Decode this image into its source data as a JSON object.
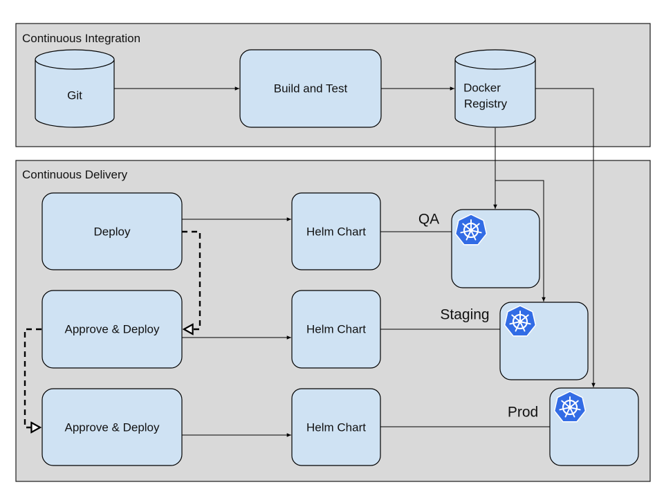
{
  "groups": {
    "ci_title": "Continuous Integration",
    "cd_title": "Continuous Delivery"
  },
  "nodes": {
    "git": "Git",
    "build_test": "Build and Test",
    "docker_registry": [
      "Docker",
      "Registry"
    ],
    "deploy": "Deploy",
    "approve_deploy_1": "Approve & Deploy",
    "approve_deploy_2": "Approve & Deploy",
    "helm_chart_1": "Helm Chart",
    "helm_chart_2": "Helm Chart",
    "helm_chart_3": "Helm Chart"
  },
  "environments": {
    "qa": "QA",
    "staging": "Staging",
    "prod": "Prod"
  },
  "icons": {
    "cluster_icon": "kubernetes-helm-wheel-icon",
    "cluster_icon_color": "#326ce5"
  },
  "colors": {
    "box_fill": "#cfe2f3",
    "group_fill": "#d9d9d9"
  }
}
